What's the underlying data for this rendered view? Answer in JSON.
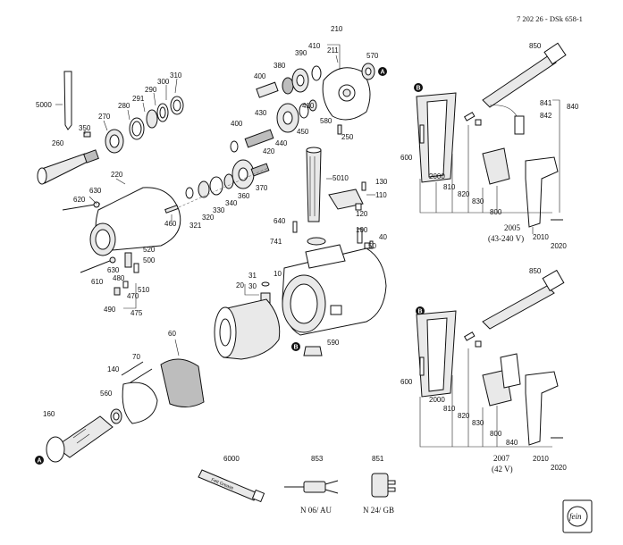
{
  "header": {
    "doc_ref": "7 202 26 - DSk 658-1"
  },
  "markers": {
    "a": "A",
    "b": "B"
  },
  "parts": {
    "p5000": "5000",
    "p350": "350",
    "p270": "270",
    "p280": "280",
    "p291": "291",
    "p290": "290",
    "p300": "300",
    "p310": "310",
    "p260": "260",
    "p220": "220",
    "p620": "620",
    "p630a": "630",
    "p630b": "630",
    "p610": "610",
    "p460": "460",
    "p520": "520",
    "p500": "500",
    "p480": "480",
    "p470": "470",
    "p510": "510",
    "p490": "490",
    "p475": "475",
    "p400a": "400",
    "p430": "430",
    "p380": "380",
    "p390": "390",
    "p410a": "410",
    "p210": "210",
    "p211": "211",
    "p570": "570",
    "p410b": "410",
    "p580": "580",
    "p250": "250",
    "p400b": "400",
    "p420": "420",
    "p440": "440",
    "p450": "450",
    "p321": "321",
    "p320": "320",
    "p330": "330",
    "p340": "340",
    "p360": "360",
    "p370": "370",
    "p5010": "5010",
    "p130": "130",
    "p110": "110",
    "p120": "120",
    "p640": "640",
    "p741": "741",
    "p100": "100",
    "p50": "50",
    "p40": "40",
    "p10": "10",
    "p31": "31",
    "p20": "20",
    "p30": "30",
    "p590": "590",
    "p60": "60",
    "p70": "70",
    "p140": "140",
    "p560": "560",
    "p160": "160",
    "p6000": "6000",
    "p853": "853",
    "p851": "851",
    "p850a": "850",
    "p841": "841",
    "p842": "842",
    "p840a": "840",
    "p600a": "600",
    "p2000a": "2000",
    "p810a": "810",
    "p820a": "820",
    "p830a": "830",
    "p800a": "800",
    "p2005": "2005",
    "p2005v": "(43-240 V)",
    "p2010a": "2010",
    "p2020a": "2020",
    "p850b": "850",
    "p600b": "600",
    "p2000b": "2000",
    "p810b": "810",
    "p820b": "820",
    "p830b": "830",
    "p800b": "800",
    "p840b": "840",
    "p2007": "2007",
    "p2007v": "(42 V)",
    "p2010b": "2010",
    "p2020b": "2020"
  },
  "plugs": {
    "au": "N 06/ AU",
    "gb": "N 24/ GB"
  },
  "tube_label": "Fett Grease",
  "logo_text": "fein"
}
